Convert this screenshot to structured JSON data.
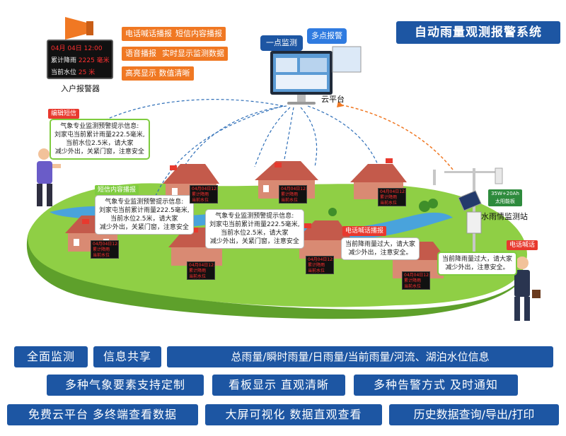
{
  "title": "自动雨量观测报警系统",
  "feature_tags": [
    "电话喊话播报",
    "短信内容播报",
    "语音播报",
    "实时显示监测数据",
    "高亮显示  数值清晰"
  ],
  "led_display": {
    "row1": "04月 04日 12:00",
    "row2_label": "累计降雨",
    "row2_value": "2225",
    "row2_unit": "毫米",
    "row3_label": "当前水位",
    "row3_value": "25",
    "row3_unit": "米"
  },
  "household_alarm_label": "入户报警器",
  "cloud": {
    "tab_single": "一点监测",
    "tab_multi": "多点报警",
    "label": "云平台"
  },
  "station": {
    "label": "水雨情监测站",
    "solar_note_1": "35W+20Ah",
    "solar_note_2": "太阳能板"
  },
  "tags": {
    "sms_edit": "编辑短信",
    "sms_broadcast": "短信内容播报",
    "phone_broadcast": "电话喊话播报",
    "phone_call": "电话喊话"
  },
  "bubbles": {
    "edit_sms": [
      "气象专业监测预警提示信息:",
      "刘家屯当前累计雨量222.5毫米,",
      "当前水位2.5米，请大家",
      "减少外出，关紧门窗，注意安全"
    ],
    "left_house": [
      "气象专业监测预警提示信息:",
      "刘家屯当前累计雨量222.5毫米,",
      "当前水位2.5米，请大家",
      "减少外出，关紧门窗，注意安全"
    ],
    "center_house": [
      "气象专业监测预警提示信息:",
      "刘家屯当前累计雨量222.5毫米,",
      "当前水位2.5米，请大家",
      "减少外出，关紧门窗，注意安全"
    ],
    "phone_broadcast": [
      "当前降雨量过大，请大家",
      "减少外出，注意安全。"
    ],
    "businessman": [
      "当前降雨量过大，请大家",
      "减少外出，注意安全。"
    ]
  },
  "mini_display": {
    "row1": "04月04日12:00",
    "row2": "累计降雨",
    "row3": "当前水位"
  },
  "bottom_bars": {
    "row1": [
      "全面监测",
      "信息共享",
      "总雨量/瞬时雨量/日雨量/当前雨量/河流、湖泊水位信息"
    ],
    "row2": [
      "多种气象要素支持定制",
      "看板显示  直观清晰",
      "多种告警方式  及时通知"
    ],
    "row3": [
      "免费云平台  多终端查看数据",
      "大屏可视化  数据直观查看",
      "历史数据查询/导出/打印"
    ]
  },
  "colors": {
    "primary_blue": "#1d56a3",
    "orange": "#f07823",
    "grass": "#8fcf45",
    "river": "#49a3dc",
    "roof": "#c45a4b",
    "alert_red": "#e8392e"
  }
}
